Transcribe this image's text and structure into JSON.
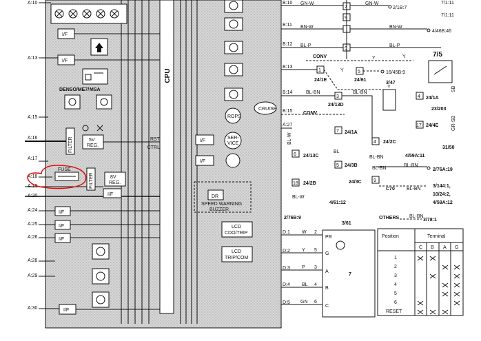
{
  "module": {
    "cpu": "CPU",
    "pins_left": [
      "A:10",
      "A:13",
      "A:15",
      "A:16",
      "A:17",
      "A:18",
      "A:19",
      "A:20",
      "A:24",
      "A:25",
      "A:26",
      "A:28",
      "A:29",
      "A:30"
    ],
    "pins_right_b": [
      "B:10",
      "B:11",
      "B:12",
      "B:13",
      "B:14",
      "B:15"
    ],
    "pin_a27": "A:27",
    "pins_right_d": [
      "D:1",
      "D:2",
      "D:3",
      "D:4",
      "D:5"
    ],
    "if_label": "I/F",
    "filter_label": "FILTER",
    "reg5": [
      "5V",
      "REG."
    ],
    "reg8": [
      "8V",
      "REG."
    ],
    "fuse": "FUSE",
    "rst": "RST",
    "ctrl": "CTRL",
    "service": [
      "SER-",
      "VICE"
    ],
    "rops": "ROPS",
    "cruise": "CRUISE",
    "dr": "DR",
    "buzzer": [
      "SPEED WARNING",
      "BUZZER"
    ],
    "lcd1": [
      "LCD",
      "CDO/TRIP"
    ],
    "lcd2": [
      "LCD",
      "TRIP/COM"
    ],
    "denso": "DENSO/ME7/",
    "msa": "MSA"
  },
  "wires": {
    "b10": "GN-W",
    "b10b": "GN-W",
    "b11": "BN-W",
    "b11b": "BN-W",
    "b12": "BL-P",
    "b12b": "BL-P",
    "y1": "Y",
    "y2": "Y",
    "y3": "Y",
    "y4": "Y",
    "b14": "BL-BN",
    "b14b": "BL-BN",
    "blw1": "BL-W",
    "blw2": "BL-W",
    "bl": "BL",
    "blbn": "BL-BN",
    "blbn2": "BL-BN",
    "blbn3": "BL-BN",
    "grsb": "GR-SB",
    "sb": "SB",
    "d1": "W",
    "d2": "Y",
    "d3": "P",
    "d4": "BL",
    "d5": "GN",
    "n2": "2",
    "n5": "5",
    "n3": "3",
    "n4": "4",
    "n6": "6"
  },
  "labels": {
    "conv1": "CONV",
    "conv2": "CONV",
    "c70": "C70",
    "others": "OTHERS",
    "c2_1b7": "2/1B:7",
    "c7_1_11": "7/1:11",
    "c4_46b46": "4/46B:46",
    "c7_5": "7/5",
    "c16_45b9": "16/45B:9",
    "c24_1e": "24/1E",
    "c24_61": "24/61",
    "c3_47": "3/47",
    "c24_1a_r": "24/1A",
    "c23_203": "23/203",
    "c24_4e": "24/4E",
    "c24_13d": "24/13D",
    "c24_1a": "24/1A",
    "c24_2c": "24/2C",
    "c24_13c": "24/13C",
    "c24_3b": "24/3B",
    "c24_2b": "24/2B",
    "c24_3c": "24/3C",
    "c4_59a11": "4/59A:11",
    "c31_50": "31/50",
    "c2_76a19": "2/76A:19",
    "c3_144": "3/144:1,",
    "c10_24": "10/24:2,",
    "c4_59a12": "4/59A:12",
    "c4_61_12": "4/61:12",
    "c2_76b9": "2/76B:9",
    "c3_78": "3/78:1",
    "c3_61": "3/61",
    "n1": "1",
    "n2": "2",
    "n3": "3",
    "n4": "4",
    "n5": "5",
    "n6": "6",
    "n7": "7",
    "n9": "9",
    "n17": "17",
    "n18": "18",
    "pr": "PR",
    "g": "G",
    "a": "A",
    "b": "B",
    "c": "C",
    "seven": "7"
  },
  "terminal_table": {
    "position": "Position",
    "terminal": "Terminal",
    "columns": [
      "C",
      "B",
      "A",
      "G"
    ],
    "rows": [
      "1",
      "2",
      "3",
      "4",
      "5",
      "6",
      "RESET"
    ]
  }
}
